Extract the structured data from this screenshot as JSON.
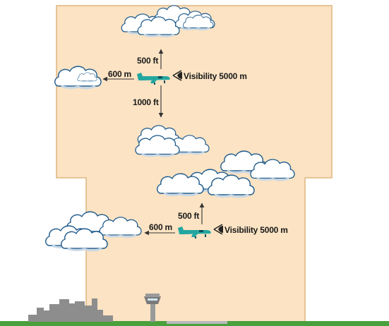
{
  "colors": {
    "airspace_fill": "#fbe3c3",
    "airspace_stroke": "#e0b57e",
    "cloud_fill": "#ffffff",
    "cloud_stroke": "#1e5a8c",
    "aircraft": "#22a6a0",
    "ground": "#4aa03c",
    "city": "#8d8d8d",
    "arrow": "#333333"
  },
  "upper": {
    "vertical_above": "500 ft",
    "horizontal": "600 m",
    "visibility": "Visibility 5000 m",
    "vertical_below": "1000 ft"
  },
  "lower": {
    "vertical_above": "500 ft",
    "horizontal": "600 m",
    "visibility": "Visibility 5000 m"
  },
  "icons": [
    "cloud-icon",
    "aircraft-icon",
    "eye-icon",
    "control-tower-icon",
    "city-skyline-icon"
  ]
}
